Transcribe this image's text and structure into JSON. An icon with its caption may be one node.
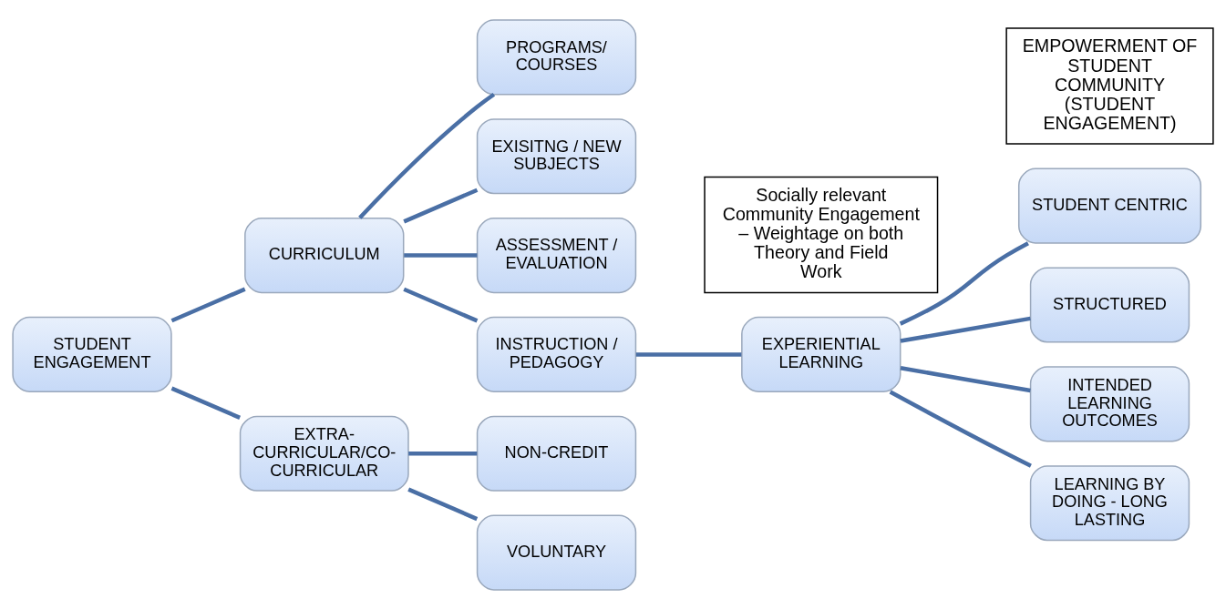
{
  "diagram": {
    "nodes": [
      {
        "text": [
          "STUDENT ENGAGEMENT"
        ]
      },
      {
        "text": [
          "CURRICULUM"
        ]
      },
      {
        "text": [
          "EXTRA-CURRICULAR/CO-CURRICULAR"
        ]
      },
      {
        "text": [
          "PROGRAMS/ COURSES"
        ]
      },
      {
        "text": [
          "EXISITNG / NEW SUBJECTS"
        ]
      },
      {
        "text": [
          "ASSESSMENT / EVALUATION"
        ]
      },
      {
        "text": [
          "INSTRUCTION / PEDAGOGY"
        ]
      },
      {
        "text": [
          "NON-CREDIT"
        ]
      },
      {
        "text": [
          "VOLUNTARY"
        ]
      },
      {
        "text": [
          "Socially relevant Community Engagement – Weightage on both Theory and Field Work"
        ]
      },
      {
        "text": [
          "EXPERIENTIAL LEARNING"
        ]
      },
      {
        "text": [
          "STUDENT CENTRIC"
        ]
      },
      {
        "text": [
          "STRUCTURED"
        ]
      },
      {
        "text": [
          "INTENDED LEARNING OUTCOMES"
        ]
      },
      {
        "text": [
          "LEARNING BY DOING - LONG LASTING"
        ]
      },
      {
        "text": [
          "EMPOWERMENT OF STUDENT COMMUNITY (STUDENT ENGAGEMENT)"
        ]
      }
    ],
    "edges": [
      {
        "from": 0,
        "to": 1,
        "arrow": "none"
      },
      {
        "from": 0,
        "to": 2,
        "arrow": "none"
      },
      {
        "from": 1,
        "to": 3,
        "arrow": "none"
      },
      {
        "from": 1,
        "to": 4,
        "arrow": "none"
      },
      {
        "from": 1,
        "to": 5,
        "arrow": "none"
      },
      {
        "from": 1,
        "to": 6,
        "arrow": "none"
      },
      {
        "from": 2,
        "to": 7,
        "arrow": "none"
      },
      {
        "from": 2,
        "to": 8,
        "arrow": "none"
      },
      {
        "from": 6,
        "to": 10,
        "arrow": "none"
      },
      {
        "from": 10,
        "to": 11,
        "arrow": "none"
      },
      {
        "from": 10,
        "to": 12,
        "arrow": "none"
      },
      {
        "from": 10,
        "to": 13,
        "arrow": "none"
      },
      {
        "from": 10,
        "to": 14,
        "arrow": "none"
      }
    ]
  }
}
